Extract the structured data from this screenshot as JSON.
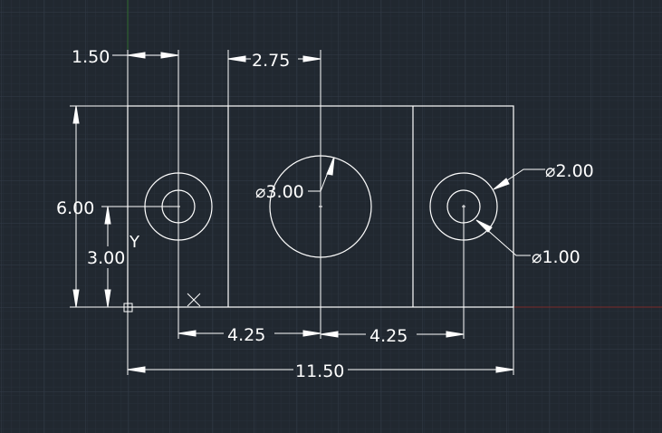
{
  "drawing": {
    "background_color": "#212830",
    "grid_minor_color": "#2a323d",
    "grid_major_color": "#303946",
    "line_color": "#ffffff",
    "x_axis_color": "#7a2a2a",
    "y_axis_color": "#2f6b2f"
  },
  "dimensions": {
    "top_left_offset": "1.50",
    "top_mid_width": "2.75",
    "left_height": "6.00",
    "left_half_height": "3.00",
    "bottom_left_spacing": "4.25",
    "bottom_right_spacing": "4.25",
    "overall_width": "11.50",
    "center_hole_dia": "⌀3.00",
    "right_outer_dia": "⌀2.00",
    "right_inner_dia": "⌀1.00"
  },
  "ucs": {
    "x_label": "X",
    "y_label": "Y"
  }
}
